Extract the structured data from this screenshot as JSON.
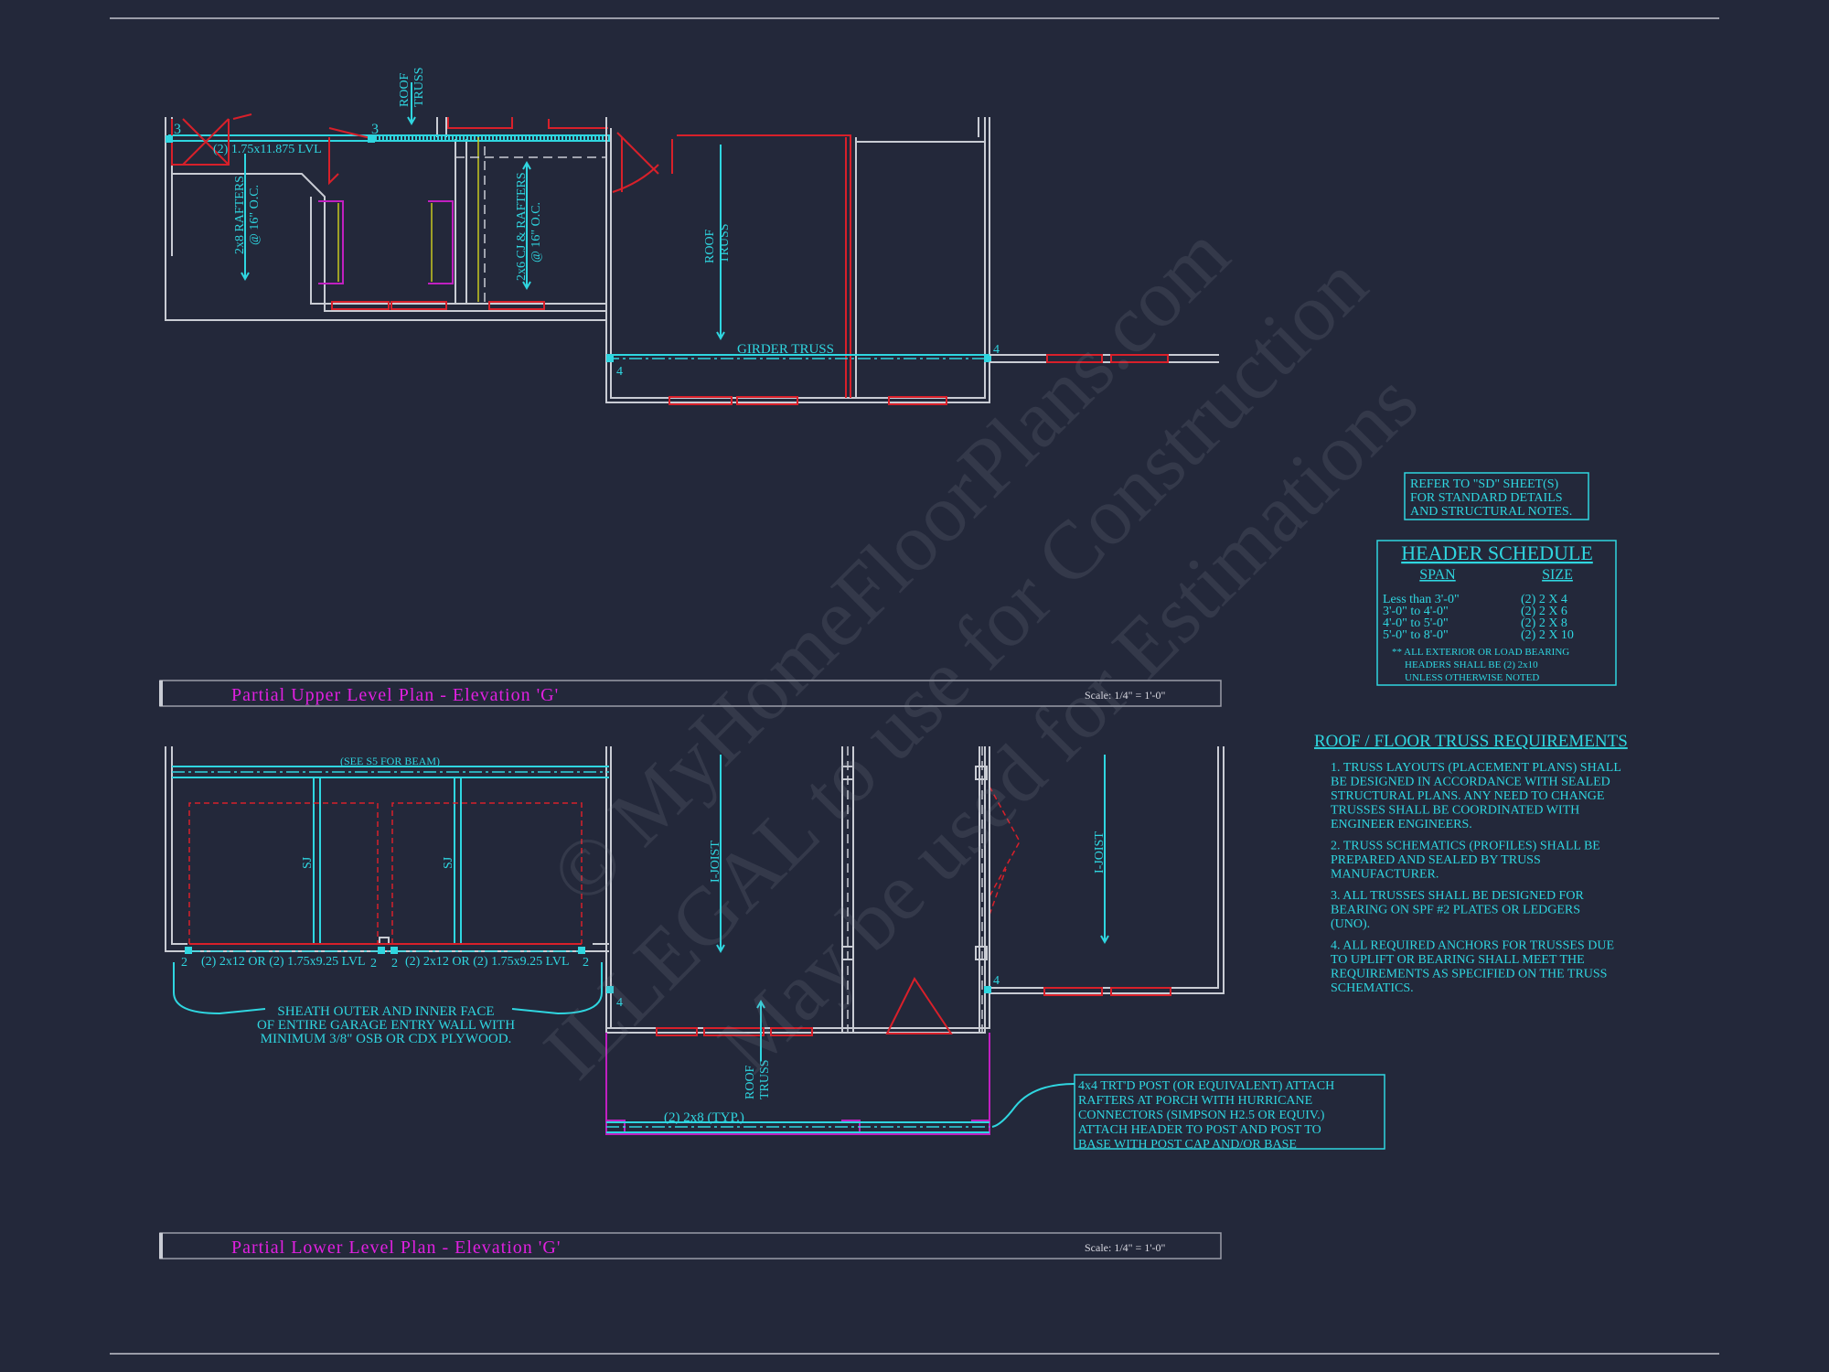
{
  "watermark": {
    "line1": "© MyHomeFloorPlans.com",
    "line2": "ILLEGAL to use for Construction",
    "line3": "May be used for Estimations"
  },
  "upper_plan": {
    "title": "Partial Upper Level Plan  -  Elevation 'G'",
    "scale": "Scale: 1/4\" = 1'-0\"",
    "beam_label": "(2) 1.75x11.875 LVL",
    "roof_truss_top": [
      "ROOF",
      "TRUSS"
    ],
    "rafters_left": [
      "2x8 RAFTERS",
      "@ 16\" O.C."
    ],
    "rafters_right": [
      "2x6 CJ & RAFTERS",
      "@ 16\" O.C."
    ],
    "roof_truss_mid": [
      "ROOF",
      "TRUSS"
    ],
    "girder_truss": "GIRDER TRUSS",
    "tags": [
      "3",
      "3",
      "4",
      "4"
    ]
  },
  "lower_plan": {
    "title": "Partial Lower Level Plan  -  Elevation 'G'",
    "scale": "Scale: 1/4\" = 1'-0\"",
    "see_beam": "(SEE S5 FOR BEAM)",
    "sj": "SJ",
    "header_left": "(2) 2x12 OR (2) 1.75x9.25 LVL",
    "header_right": "(2) 2x12 OR (2) 1.75x9.25 LVL",
    "tags": [
      "2",
      "2",
      "2",
      "2",
      "4",
      "4"
    ],
    "sheath_note": [
      "SHEATH OUTER AND INNER FACE",
      "OF ENTIRE GARAGE ENTRY WALL WITH",
      "MINIMUM 3/8\" OSB OR CDX PLYWOOD."
    ],
    "i_joist": "I-JOIST",
    "roof_truss": [
      "ROOF",
      "TRUSS"
    ],
    "porch_header": "(2) 2x8 (TYP.)",
    "post_note": [
      "4x4 TRT'D POST (OR EQUIVALENT) ATTACH",
      "RAFTERS AT PORCH WITH HURRICANE",
      "CONNECTORS (SIMPSON H2.5 OR EQUIV.)",
      "ATTACH HEADER TO POST AND POST TO",
      "BASE WITH POST CAP AND/OR BASE"
    ]
  },
  "refer_note": [
    "REFER TO \"SD\" SHEET(S)",
    "FOR STANDARD DETAILS",
    "AND STRUCTURAL NOTES."
  ],
  "header_schedule": {
    "title": "HEADER SCHEDULE",
    "col_span": "SPAN",
    "col_size": "SIZE",
    "rows": [
      {
        "span": "Less than 3'-0\"",
        "size": "(2) 2 X 4"
      },
      {
        "span": "3'-0\" to 4'-0\"",
        "size": "(2) 2 X 6"
      },
      {
        "span": "4'-0\" to 5'-0\"",
        "size": "(2) 2 X 8"
      },
      {
        "span": "5'-0\" to 8'-0\"",
        "size": "(2) 2 X 10"
      }
    ],
    "footnote": [
      "** ALL EXTERIOR OR LOAD BEARING",
      "HEADERS SHALL BE (2) 2x10",
      "UNLESS OTHERWISE NOTED"
    ]
  },
  "truss_requirements": {
    "title": "ROOF / FLOOR  TRUSS REQUIREMENTS",
    "notes": [
      [
        "1. TRUSS LAYOUTS (PLACEMENT PLANS) SHALL",
        "BE DESIGNED IN ACCORDANCE WITH SEALED",
        "STRUCTURAL PLANS. ANY NEED TO CHANGE",
        "TRUSSES SHALL BE COORDINATED WITH",
        "ENGINEER ENGINEERS."
      ],
      [
        "2. TRUSS SCHEMATICS (PROFILES) SHALL BE",
        "PREPARED AND SEALED BY TRUSS",
        "MANUFACTURER."
      ],
      [
        "3. ALL TRUSSES SHALL BE DESIGNED FOR",
        "BEARING ON SPF #2 PLATES OR LEDGERS",
        "(UNO)."
      ],
      [
        "4. ALL REQUIRED ANCHORS FOR TRUSSES DUE",
        "TO UPLIFT OR BEARING SHALL MEET THE",
        "REQUIREMENTS AS SPECIFIED ON THE TRUSS",
        "SCHEMATICS."
      ]
    ]
  },
  "colors": {
    "background": "#23283a",
    "annotation": "#2fd6e0",
    "title": "#e020e0",
    "wall": "#c9ccd4",
    "window": "#d8202a"
  }
}
